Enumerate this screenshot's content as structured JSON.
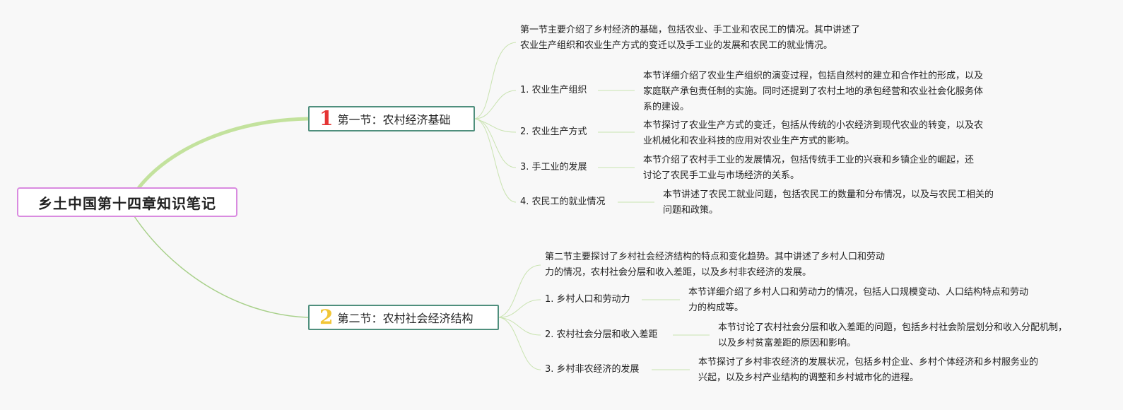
{
  "root": "乡土中国第十四章知识笔记",
  "sections": [
    {
      "num": "1",
      "title": "第一节：农村经济基础",
      "summary": "第一节主要介绍了乡村经济的基础，包括农业、手工业和农民工的情况。其中讲述了农业生产组织和农业生产方式的变迁以及手工业的发展和农民工的就业情况。",
      "items": [
        {
          "label": "1. 农业生产组织",
          "desc": "本节详细介绍了农业生产组织的演变过程，包括自然村的建立和合作社的形成，以及家庭联产承包责任制的实施。同时还提到了农村土地的承包经营和农业社会化服务体系的建设。"
        },
        {
          "label": "2. 农业生产方式",
          "desc": "本节探讨了农业生产方式的变迁，包括从传统的小农经济到现代农业的转变，以及农业机械化和农业科技的应用对农业生产方式的影响。"
        },
        {
          "label": "3. 手工业的发展",
          "desc": "本节介绍了农村手工业的发展情况，包括传统手工业的兴衰和乡镇企业的崛起，还讨论了农民手工业与市场经济的关系。"
        },
        {
          "label": "4. 农民工的就业情况",
          "desc": "本节讲述了农民工就业问题，包括农民工的数量和分布情况，以及与农民工相关的问题和政策。"
        }
      ]
    },
    {
      "num": "2",
      "title": "第二节：农村社会经济结构",
      "summary": "第二节主要探讨了乡村社会经济结构的特点和变化趋势。其中讲述了乡村人口和劳动力的情况，农村社会分层和收入差距，以及乡村非农经济的发展。",
      "items": [
        {
          "label": "1. 乡村人口和劳动力",
          "desc": "本节详细介绍了乡村人口和劳动力的情况，包括人口规模变动、人口结构特点和劳动力的构成等。"
        },
        {
          "label": "2. 农村社会分层和收入差距",
          "desc": "本节讨论了农村社会分层和收入差距的问题，包括乡村社会阶层划分和收入分配机制，以及乡村贫富差距的原因和影响。"
        },
        {
          "label": "3. 乡村非农经济的发展",
          "desc": "本节探讨了乡村非农经济的发展状况，包括乡村企业、乡村个体经济和乡村服务业的兴起，以及乡村产业结构的调整和乡村城市化的进程。"
        }
      ]
    }
  ]
}
